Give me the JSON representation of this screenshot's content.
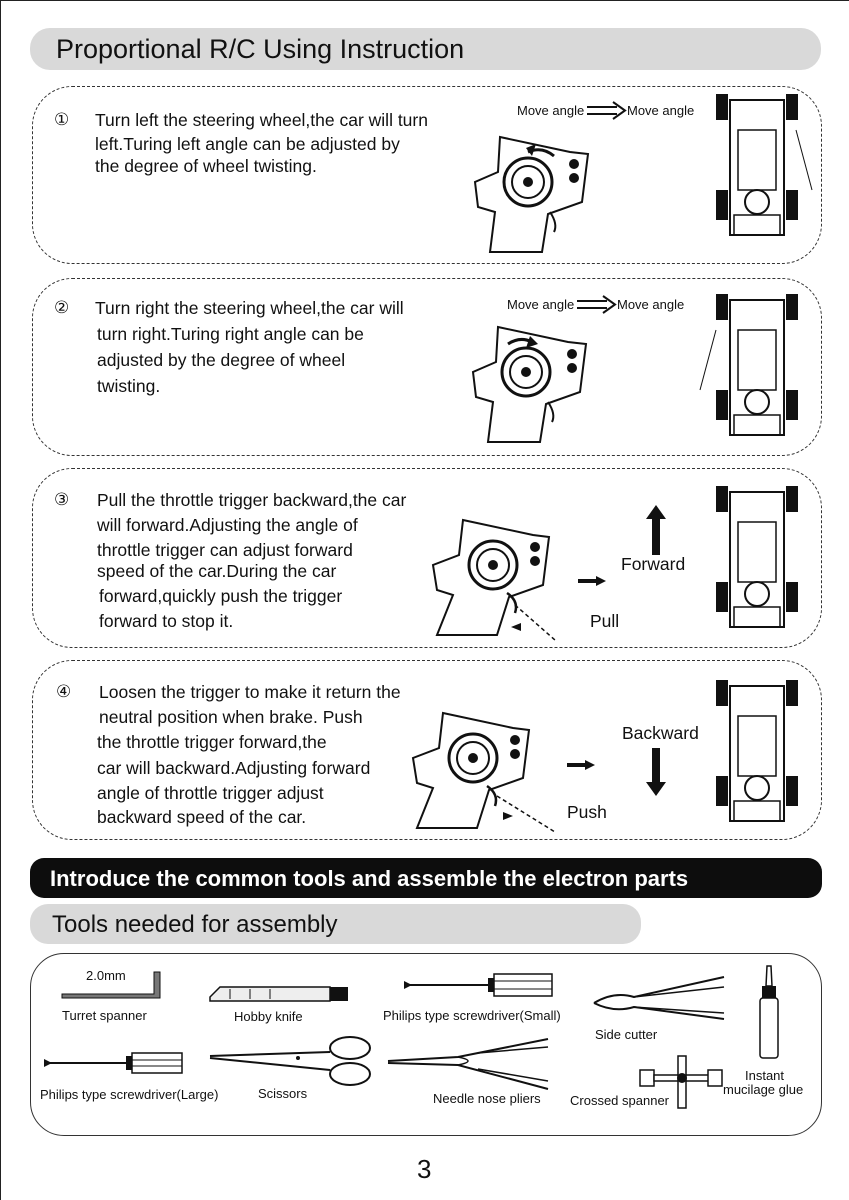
{
  "header": {
    "title": "Proportional R/C Using Instruction"
  },
  "steps": [
    {
      "number": "①",
      "lines": [
        "Turn left the steering wheel,the car will turn",
        "left.Turing left angle can be adjusted by",
        "the degree of wheel twisting."
      ],
      "move_angle_left": "Move angle",
      "move_angle_right": "Move angle"
    },
    {
      "number": "②",
      "lines": [
        "Turn right the steering wheel,the car will",
        "turn right.Turing right angle can be",
        "adjusted by the degree of wheel",
        "twisting."
      ],
      "move_angle_left": "Move angle",
      "move_angle_right": "Move angle"
    },
    {
      "number": "③",
      "lines": [
        "Pull the throttle trigger backward,the car",
        "will forward.Adjusting the angle of",
        "throttle trigger can adjust forward",
        "speed of the car.During the car",
        "forward,quickly push the trigger",
        "forward to stop it."
      ],
      "direction": "Forward",
      "action": "Pull"
    },
    {
      "number": "④",
      "lines": [
        "Loosen the trigger to make it return the",
        "neutral position when brake.  Push",
        "the throttle trigger forward,the",
        "car will backward.Adjusting  forward",
        "angle of throttle trigger adjust",
        "backward speed of the car."
      ],
      "direction": "Backward",
      "action": "Push"
    }
  ],
  "section_banner": "Introduce the common tools and assemble the electron parts",
  "tools_heading": "Tools needed for assembly",
  "tools": {
    "spanner_size": "2.0mm",
    "turret_spanner": "Turret spanner",
    "hobby_knife": "Hobby knife",
    "screwdriver_small": "Philips type screwdriver(Small)",
    "side_cutter": "Side cutter",
    "screwdriver_large": "Philips type screwdriver(Large)",
    "scissors": "Scissors",
    "needle_nose_pliers": "Needle nose pliers",
    "crossed_spanner": "Crossed spanner",
    "glue_line1": "Instant",
    "glue_line2": "mucilage glue"
  },
  "page_number": "3"
}
